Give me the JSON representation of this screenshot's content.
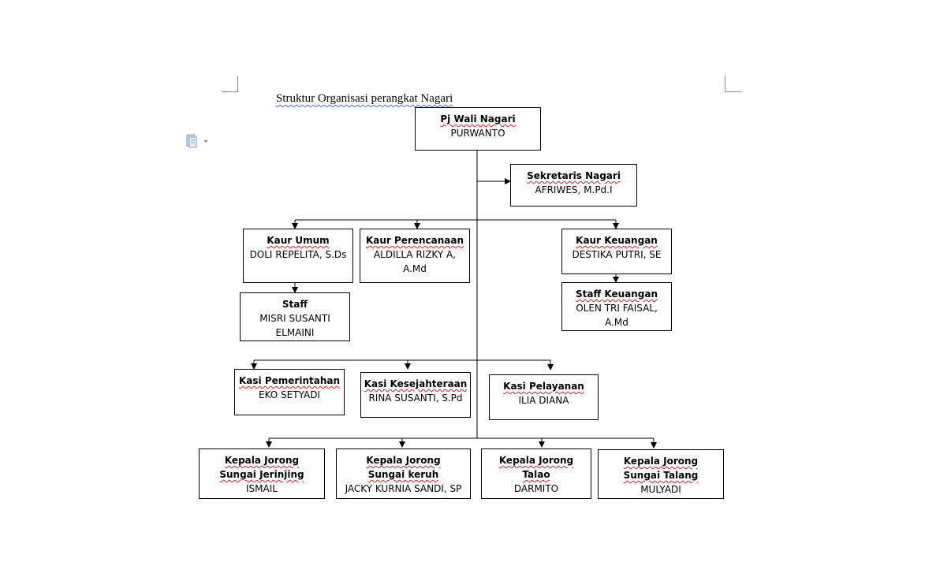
{
  "title": "Struktur Organisasi  perangkat Nagari",
  "nodes": {
    "wali": {
      "title": "Pj Wali Nagari",
      "name": "PURWANTO"
    },
    "sekretaris": {
      "title": "Sekretaris Nagari",
      "name": "AFRIWES, M.Pd.I"
    },
    "kaur_umum": {
      "title": "Kaur Umum",
      "name": "DOLI REPELITA, S.Ds"
    },
    "kaur_perencanaan": {
      "title": "Kaur Perencanaan",
      "name1": "ALDILLA RIZKY A,",
      "name2": "A.Md"
    },
    "kaur_keuangan": {
      "title": "Kaur Keuangan",
      "name": "DESTIKA PUTRI, SE"
    },
    "staff_umum": {
      "title": "Staff",
      "name1": "MISRI SUSANTI",
      "name2": "ELMAINI"
    },
    "staff_keuangan": {
      "title": "Staff Keuangan",
      "name1": "OLEN TRI FAISAL,",
      "name2": "A.Md"
    },
    "kasi_pemerintahan": {
      "title": "Kasi Pemerintahan",
      "name": "EKO SETYADI"
    },
    "kasi_kesejahteraan": {
      "title": "Kasi Kesejahteraan",
      "name": "RINA SUSANTI, S.Pd"
    },
    "kasi_pelayanan": {
      "title": "Kasi Pelayanan",
      "name": "ILIA DIANA"
    },
    "jorong_jerinjing": {
      "title1": "Kepala Jorong",
      "title2": "Sungai Jerinjing",
      "name": "ISMAIL"
    },
    "jorong_keruh": {
      "title1": "Kepala Jorong",
      "title2": "Sungai keruh",
      "name": "JACKY KURNIA SANDI, SP"
    },
    "jorong_talao": {
      "title1": "Kepala Jorong",
      "title2": "Talao",
      "name": "DARMITO"
    },
    "jorong_talang": {
      "title1": "Kepala Jorong",
      "title2": "Sungai Talang",
      "name": "MULYADI"
    }
  },
  "colors": {
    "line": "#000000",
    "spell_red": "#d42424",
    "spell_blue": "#4a6fd8",
    "corner": "#8a8a8a"
  }
}
